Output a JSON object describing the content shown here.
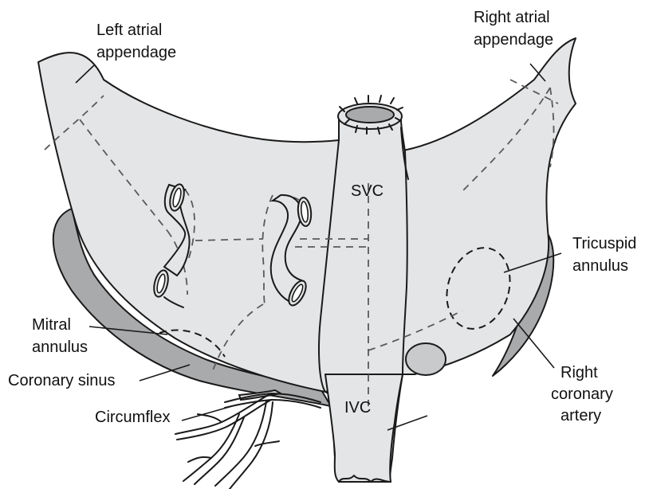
{
  "labels": {
    "left_atrial_appendage": [
      "Left atrial",
      "appendage"
    ],
    "right_atrial_appendage": [
      "Right atrial",
      "appendage"
    ],
    "svc": "SVC",
    "ivc": "IVC",
    "tricuspid_annulus": [
      "Tricuspid",
      "annulus"
    ],
    "mitral_annulus": [
      "Mitral",
      "annulus"
    ],
    "coronary_sinus": "Coronary sinus",
    "circumflex": "Circumflex",
    "right_coronary_artery": [
      "Right",
      "coronary",
      "artery"
    ]
  },
  "colors": {
    "tissue": "#e4e5e6",
    "vessel_shadow": "#a9aaac",
    "outline": "#1a1a1a"
  }
}
